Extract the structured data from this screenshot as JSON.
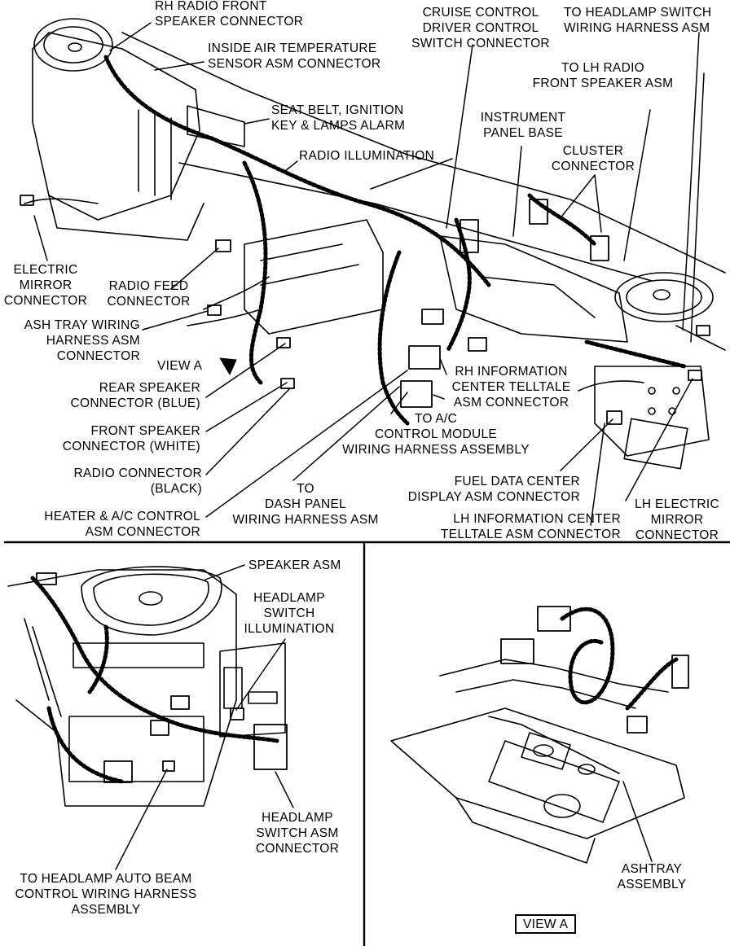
{
  "top_view": {
    "rh_radio_front_speaker_connector": "RH RADIO FRONT\nSPEAKER CONNECTOR",
    "inside_air_temp_sensor": "INSIDE AIR TEMPERATURE\nSENSOR ASM CONNECTOR",
    "cruise_control": "CRUISE CONTROL\nDRIVER CONTROL\nSWITCH CONNECTOR",
    "headlamp_switch_harness": "TO HEADLAMP SWITCH\nWIRING HARNESS ASM",
    "lh_radio_speaker": "TO LH RADIO\nFRONT SPEAKER ASM",
    "seat_belt_alarm": "SEAT BELT, IGNITION\nKEY & LAMPS ALARM",
    "instrument_panel_base": "INSTRUMENT\nPANEL BASE",
    "radio_illumination": "RADIO ILLUMINATION",
    "cluster_connector": "CLUSTER\nCONNECTOR",
    "electric_mirror_connector": "ELECTRIC\nMIRROR\nCONNECTOR",
    "radio_feed_connector": "RADIO FEED\nCONNECTOR",
    "ash_tray_harness": "ASH TRAY WIRING\nHARNESS ASM\nCONNECTOR",
    "view_a": "VIEW A",
    "rear_speaker": "REAR SPEAKER\nCONNECTOR (BLUE)",
    "front_speaker": "FRONT SPEAKER\nCONNECTOR (WHITE)",
    "radio_connector": "RADIO CONNECTOR\n(BLACK)",
    "heater_ac_control": "HEATER & A/C CONTROL\nASM CONNECTOR",
    "rh_info_center": "RH INFORMATION\nCENTER TELLTALE\nASM CONNECTOR",
    "ac_control_module": "TO A/C\nCONTROL MODULE\nWIRING HARNESS ASSEMBLY",
    "dash_panel_harness": "TO\nDASH PANEL\nWIRING HARNESS ASM",
    "fuel_data_center": "FUEL DATA CENTER\nDISPLAY ASM CONNECTOR",
    "lh_info_center": "LH INFORMATION CENTER\nTELLTALE ASM CONNECTOR",
    "lh_electric_mirror": "LH ELECTRIC\nMIRROR\nCONNECTOR"
  },
  "bottom_left_view": {
    "speaker_asm": "SPEAKER ASM",
    "headlamp_switch_illumination": "HEADLAMP\nSWITCH\nILLUMINATION",
    "headlamp_switch_asm_connector": "HEADLAMP\nSWITCH ASM\nCONNECTOR",
    "headlamp_auto_beam": "TO HEADLAMP AUTO BEAM\nCONTROL WIRING HARNESS\nASSEMBLY"
  },
  "bottom_right_view": {
    "ashtray_assembly": "ASHTRAY\nASSEMBLY",
    "view_a_box": "VIEW A"
  }
}
